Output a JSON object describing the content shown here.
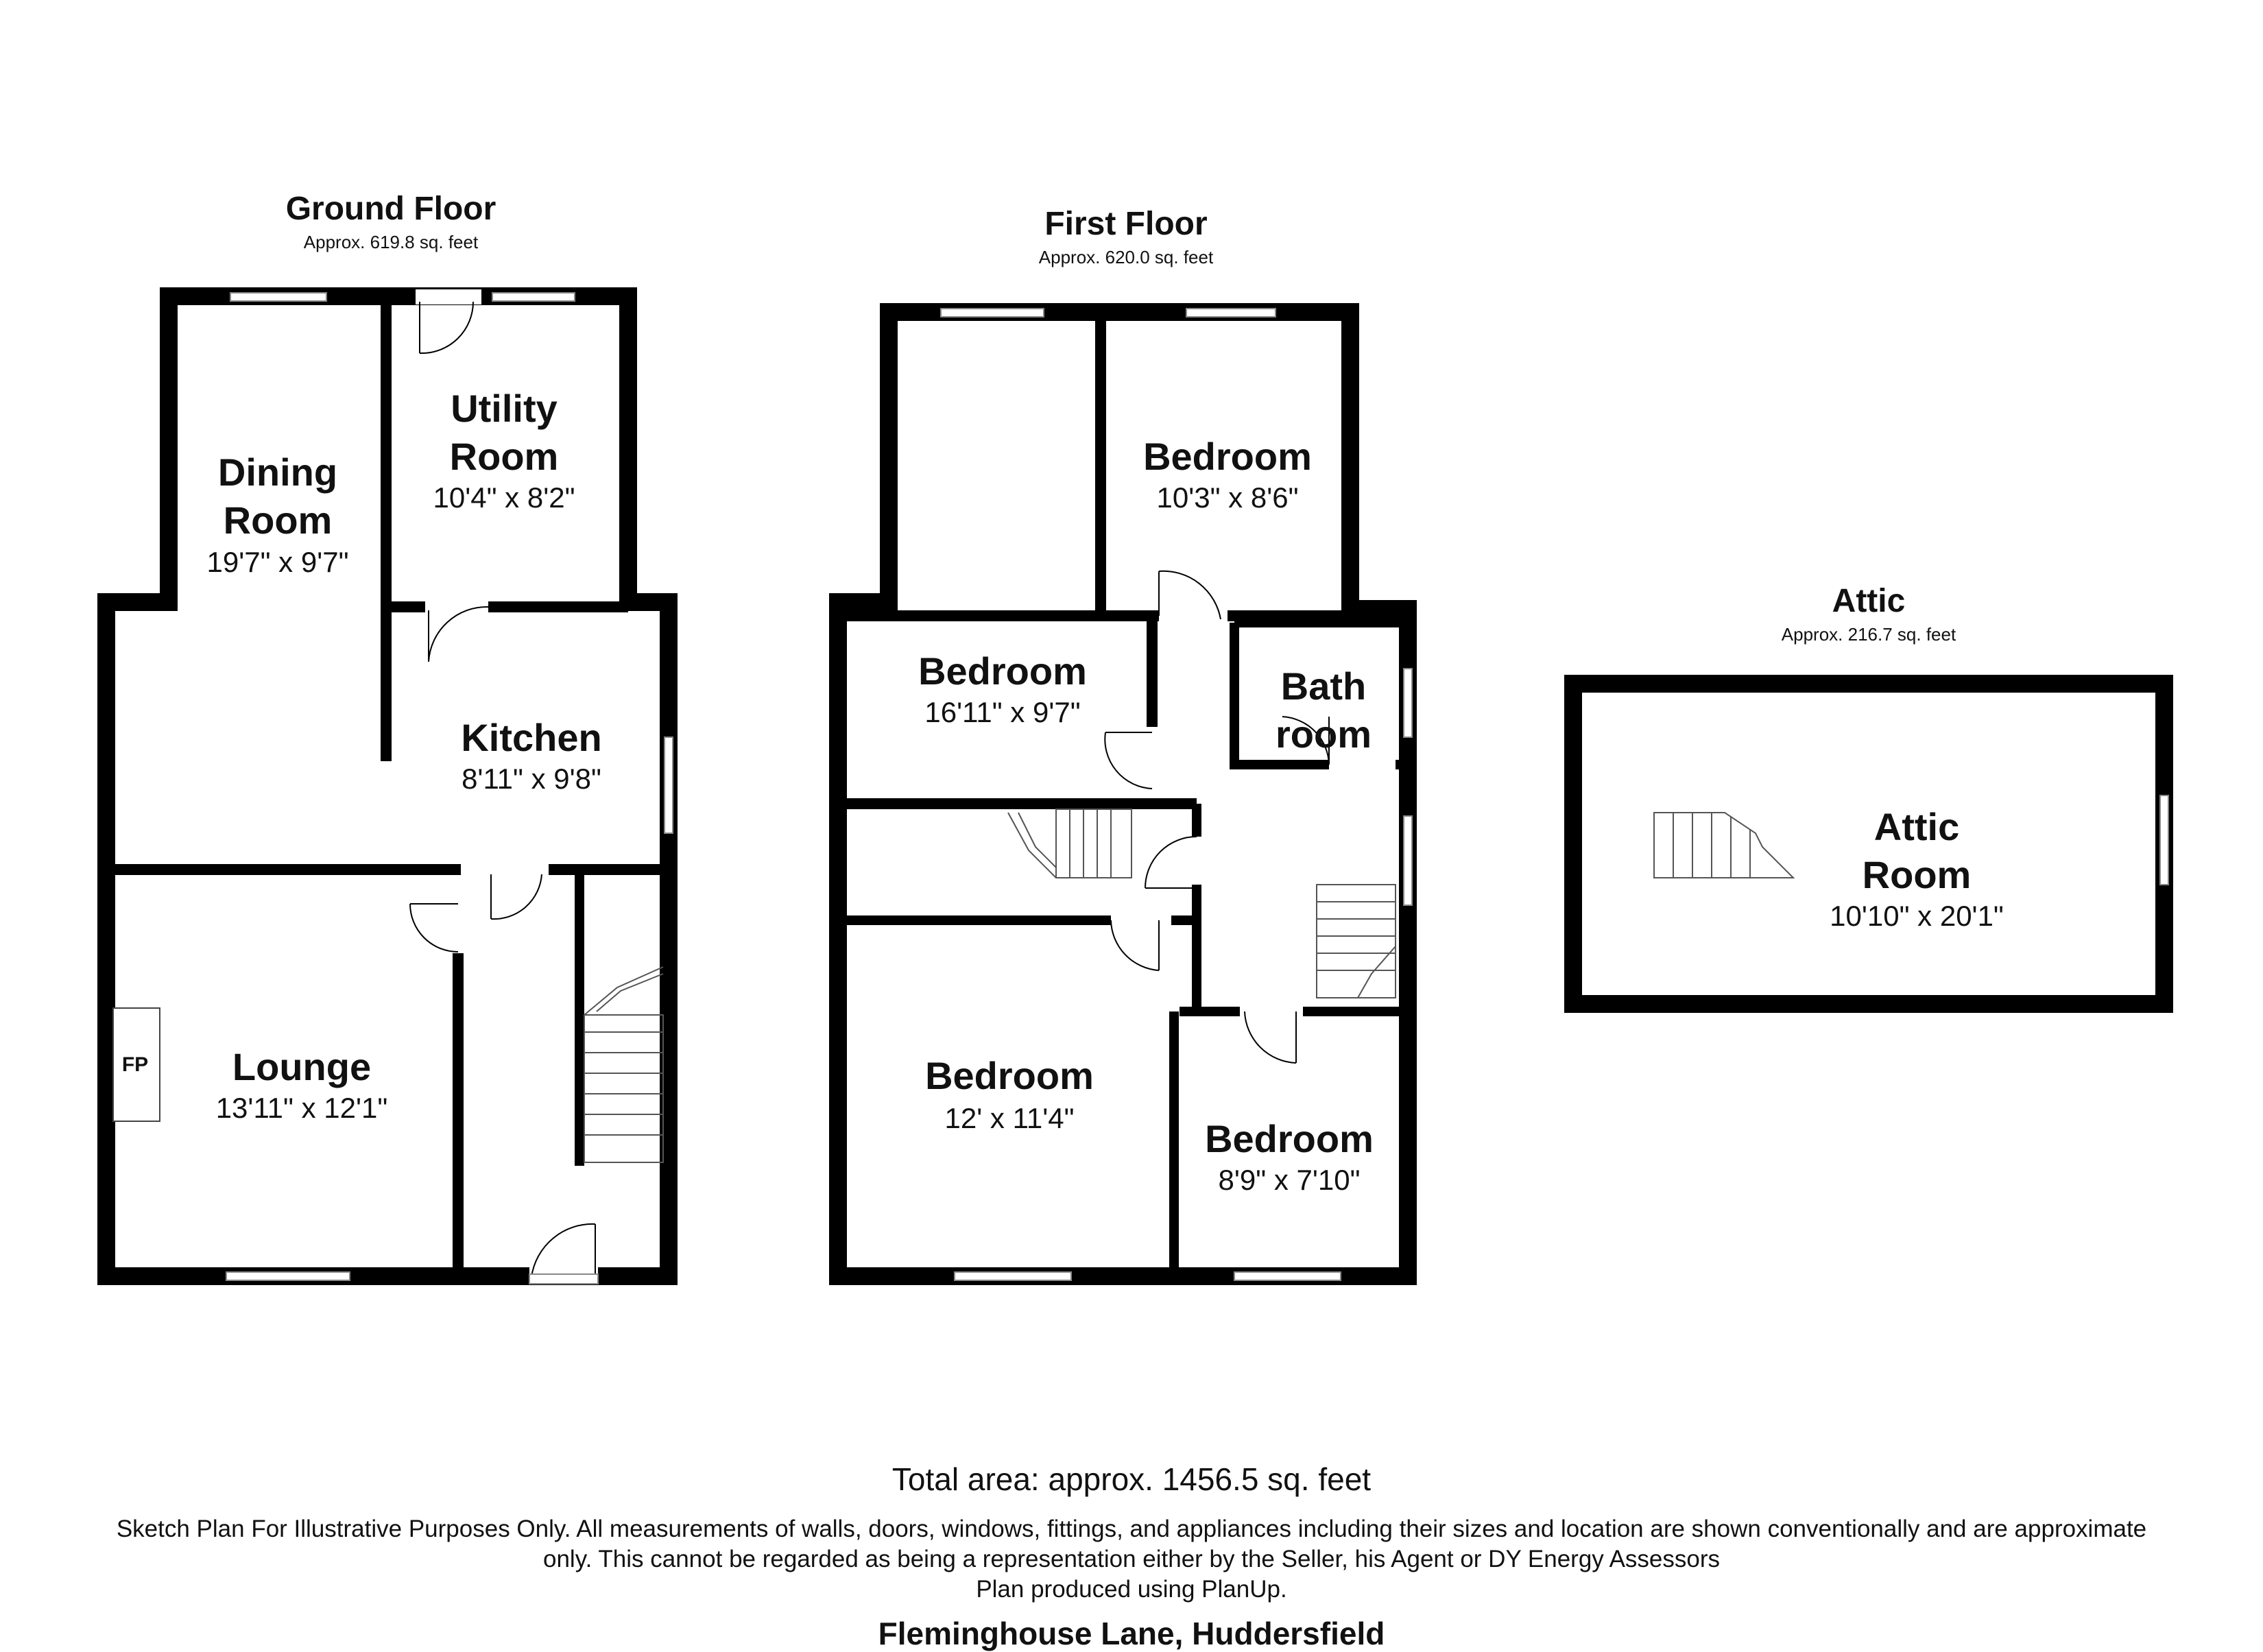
{
  "colors": {
    "wall": "#000000",
    "window_fill": "#ffffff",
    "window_line": "#888888",
    "background": "#ffffff"
  },
  "floors": {
    "ground": {
      "title": "Ground Floor",
      "area": "Approx. 619.8 sq. feet",
      "rooms": {
        "dining": {
          "name_1": "Dining",
          "name_2": "Room",
          "dims": "19'7\" x 9'7\""
        },
        "utility": {
          "name_1": "Utility",
          "name_2": "Room",
          "dims": "10'4\" x 8'2\""
        },
        "kitchen": {
          "name": "Kitchen",
          "dims": "8'11\" x 9'8\""
        },
        "lounge": {
          "name": "Lounge",
          "dims": "13'11\" x 12'1\""
        }
      },
      "fireplace_label": "FP"
    },
    "first": {
      "title": "First Floor",
      "area": "Approx. 620.0 sq. feet",
      "rooms": {
        "bedroom_top_right": {
          "name": "Bedroom",
          "dims": "10'3\" x 8'6\""
        },
        "bedroom_top_left": {
          "name": "Bedroom",
          "dims": "16'11\" x 9'7\""
        },
        "bathroom": {
          "name_1": "Bath",
          "name_2": "room"
        },
        "bedroom_bottom_left": {
          "name": "Bedroom",
          "dims": "12' x 11'4\""
        },
        "bedroom_bottom_right": {
          "name": "Bedroom",
          "dims": "8'9\" x 7'10\""
        }
      }
    },
    "attic": {
      "title": "Attic",
      "area": "Approx. 216.7 sq. feet",
      "rooms": {
        "attic_room": {
          "name_1": "Attic",
          "name_2": "Room",
          "dims": "10'10\" x 20'1\""
        }
      }
    }
  },
  "footer": {
    "total_area": "Total area: approx. 1456.5 sq. feet",
    "disclaimer_line_1": "Sketch Plan For Illustrative Purposes Only. All measurements of walls, doors, windows, fittings, and appliances including their sizes and location are shown conventionally and are approximate",
    "disclaimer_line_2": "only. This cannot be regarded as being a representation either by the Seller, his Agent or DY Energy Assessors",
    "disclaimer_line_3": "Plan produced using PlanUp.",
    "address": "Fleminghouse Lane, Huddersfield"
  }
}
